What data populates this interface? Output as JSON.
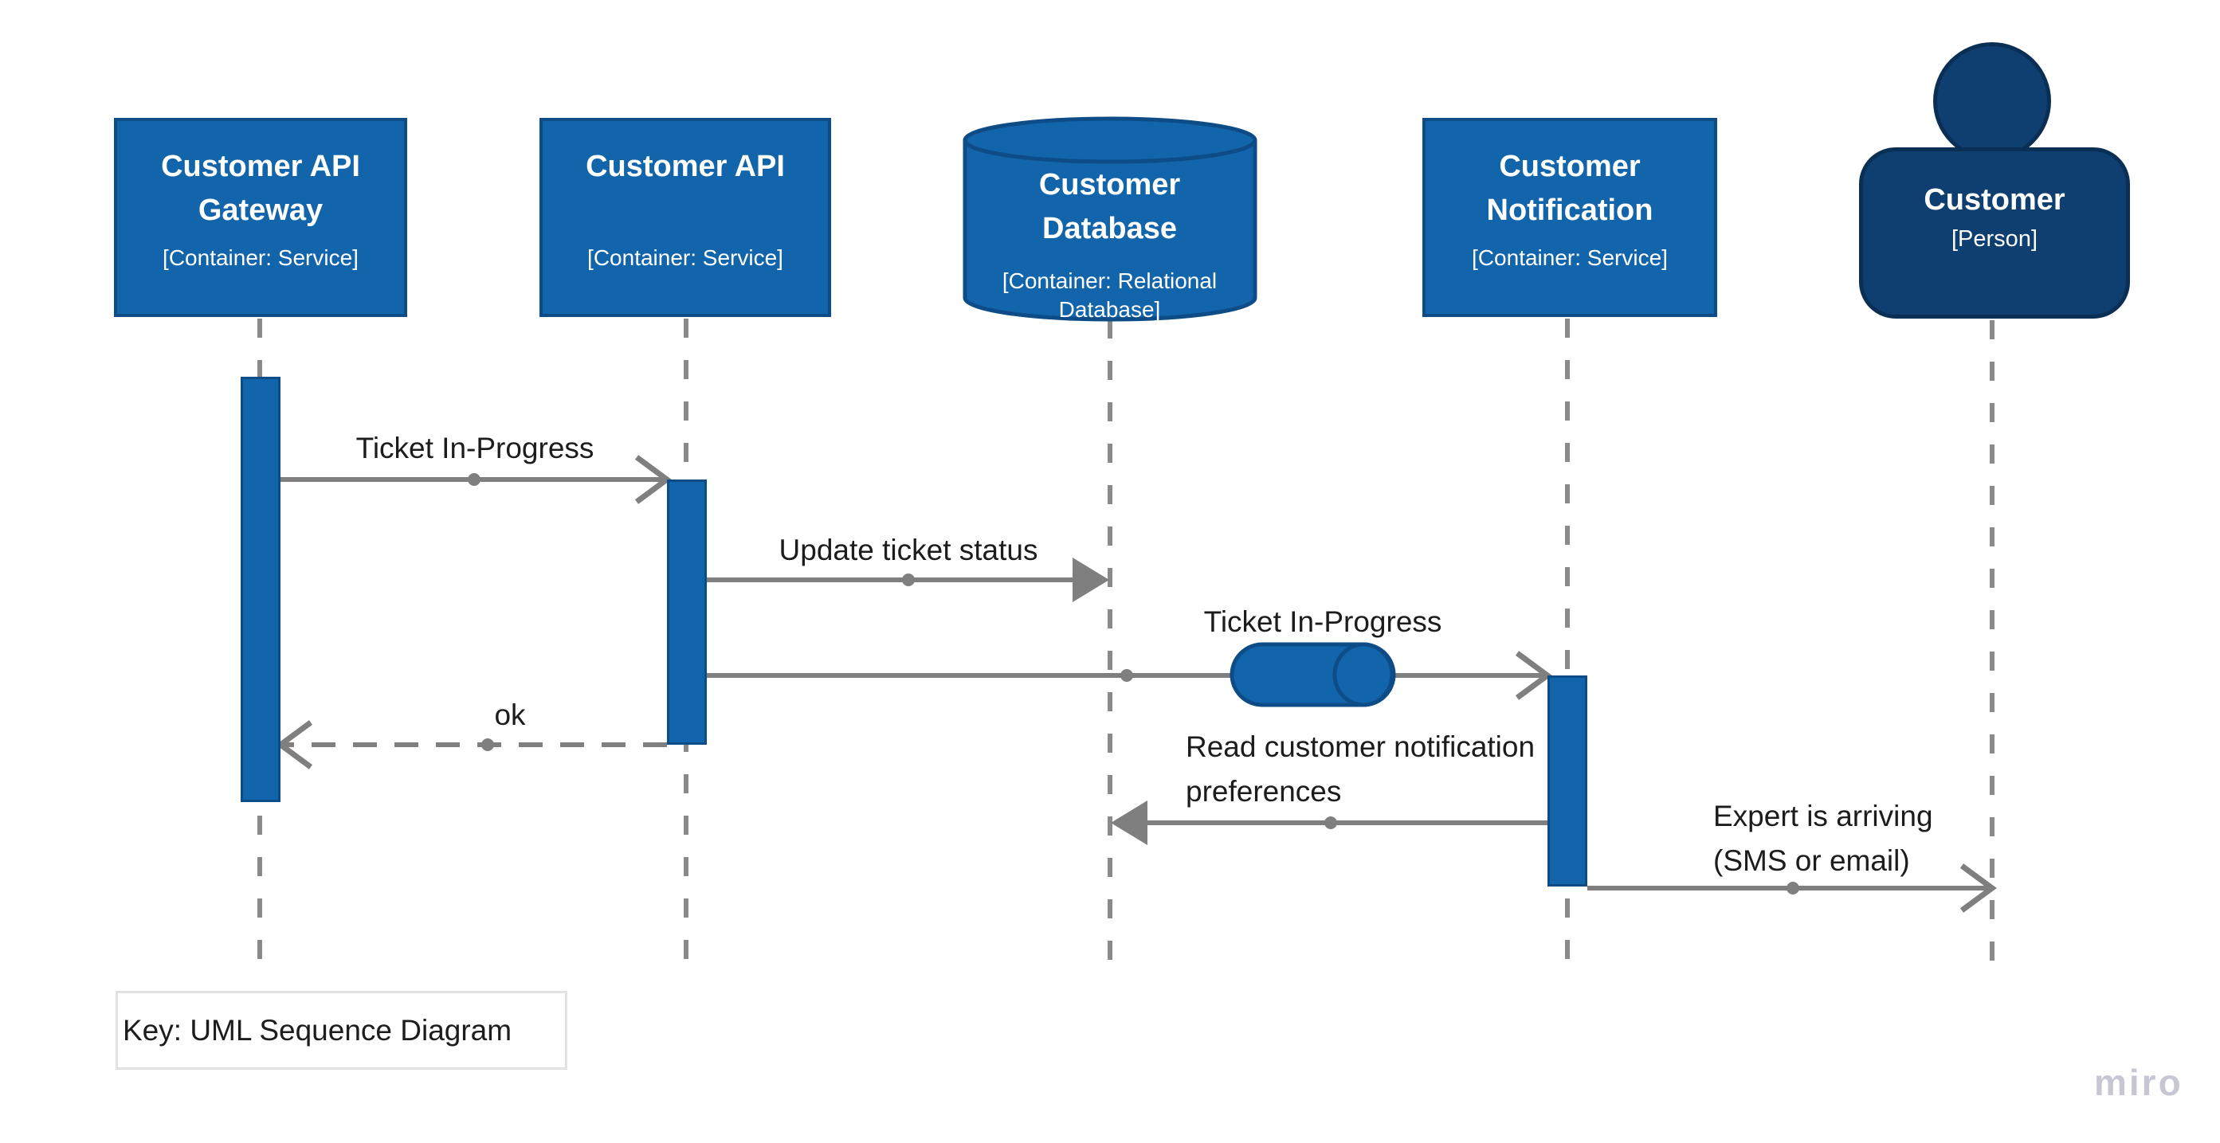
{
  "diagram": {
    "key_label": "Key: UML Sequence Diagram",
    "watermark": "miro",
    "colors": {
      "container_fill": "#1264AB",
      "container_border": "#0D4C86",
      "person_fill": "#0E3F70",
      "person_border": "#092F55",
      "arrow_color": "#7F7F7F",
      "lifeline_color": "#8A8A8A",
      "label_color": "#1C1C1C",
      "watermark_color": "#C7C7D3",
      "key_border": "#E2E2E2"
    }
  },
  "participants": [
    {
      "id": "gateway",
      "type": "container",
      "name": "Customer API Gateway",
      "meta": "[Container: Service]"
    },
    {
      "id": "api",
      "type": "container",
      "name": "Customer API",
      "meta": "[Container: Service]"
    },
    {
      "id": "database",
      "type": "database",
      "name": "Customer Database",
      "meta": "[Container: Relational Database]"
    },
    {
      "id": "notification",
      "type": "container",
      "name": "Customer Notification",
      "meta": "[Container: Service]"
    },
    {
      "id": "customer",
      "type": "person",
      "name": "Customer",
      "meta": "[Person]"
    }
  ],
  "messages": [
    {
      "label": "Ticket In-Progress",
      "from": "gateway",
      "to": "api",
      "line": "solid",
      "head": "open"
    },
    {
      "label": "Update ticket status",
      "from": "api",
      "to": "database",
      "line": "solid",
      "head": "filled"
    },
    {
      "label": "Ticket In-Progress",
      "from": "api",
      "to": "notification",
      "line": "solid",
      "head": "open",
      "via_queue": true
    },
    {
      "label": "ok",
      "from": "api",
      "to": "gateway",
      "line": "dashed",
      "head": "open"
    },
    {
      "label": "Read customer notification preferences",
      "from": "notification",
      "to": "database",
      "line": "solid",
      "head": "filled"
    },
    {
      "label": "Expert is arriving (SMS or email)",
      "from": "notification",
      "to": "customer",
      "line": "solid",
      "head": "open"
    }
  ]
}
